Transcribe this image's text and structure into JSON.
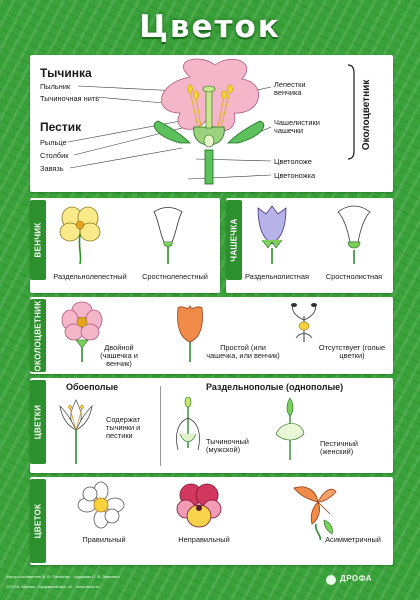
{
  "title": "Цветок",
  "structure": {
    "stamen": "Тычинка",
    "anther": "Пыльник",
    "filament": "Тычиночная нить",
    "pistil": "Пестик",
    "stigma": "Рыльце",
    "style": "Столбик",
    "ovary": "Завязь",
    "petals": "Лепестки венчика",
    "sepals": "Чашелистики чашечки",
    "receptacle": "Цветоложе",
    "pedicel": "Цветоножка",
    "perianth": "Околоцветник"
  },
  "corolla": {
    "tab": "ВЕНЧИК",
    "items": [
      "Раздельнолепестный",
      "Сростнолепестный"
    ]
  },
  "calyx": {
    "tab": "ЧАШЕЧКА",
    "items": [
      "Раздельнолистная",
      "Сростнолистная"
    ]
  },
  "perianth_row": {
    "tab": "ОКОЛОЦВЕТНИК",
    "items": [
      "Двойной (чашечка и венчик)",
      "Простой (или чашечка, или венчик)",
      "Отсутствует (голые цветки)"
    ]
  },
  "sex_row": {
    "tab": "ЦВЕТКИ",
    "bisexual_heading": "Обоеполые",
    "unisexual_heading": "Раздельнополые (однополые)",
    "bisexual_text": "Содержат тычинки и пестики",
    "staminate": "Тычиночный (мужской)",
    "pistillate": "Пестичный (женский)"
  },
  "symmetry_row": {
    "tab": "ЦВЕТОК",
    "items": [
      "Правильный",
      "Неправильный",
      "Асимметричный"
    ]
  },
  "footer": {
    "publisher": "ДРОФА",
    "credits": "Автор-составитель В. В. Пасечник · Художник О. В. Левкович",
    "address": "127018, Москва, Сущевский вал, 49 · www.drofa.ru"
  },
  "colors": {
    "background": "#3aa23a",
    "tab": "#2e8f2e",
    "petal_pink": "#f4b6c8",
    "petal_yellow": "#fbe98a",
    "petal_violet": "#b7b2e8",
    "petal_orange": "#f18b4a",
    "leaf_green": "#3fae3f"
  }
}
